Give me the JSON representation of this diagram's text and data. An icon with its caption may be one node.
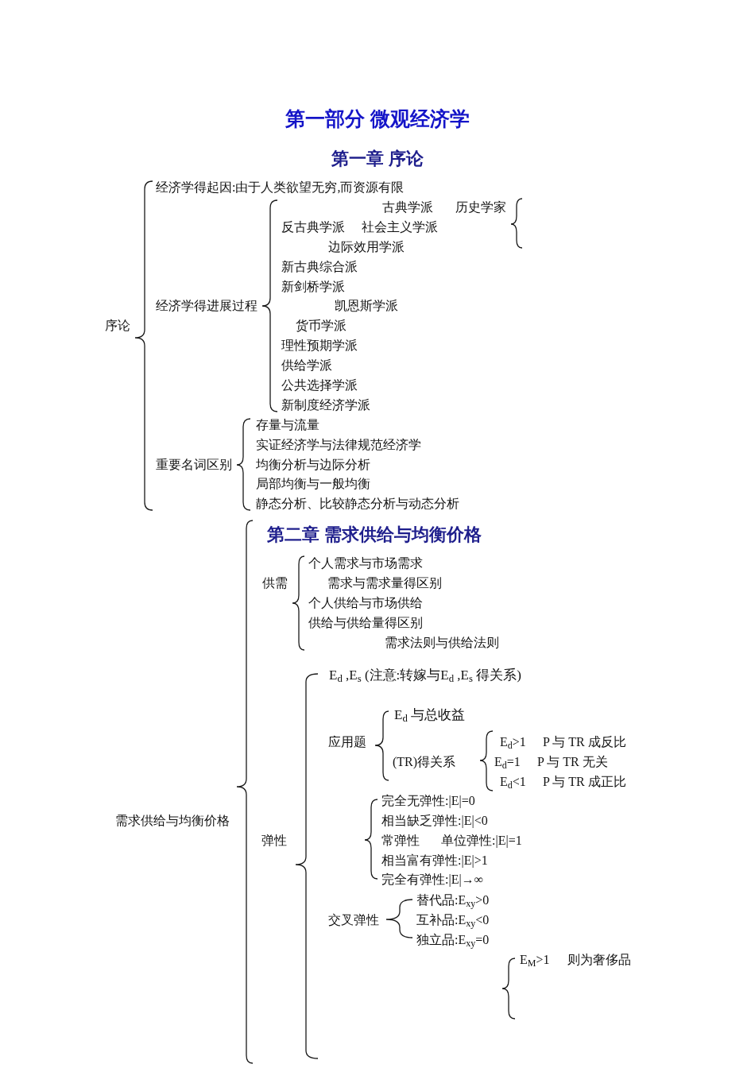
{
  "diagram": {
    "title": "第一部分 微观经济学",
    "labels": [
      "第一章 序论",
      "经济学得起因:由于人类欲望无穷,而资源有限",
      "古典学派",
      "历史学家",
      "反古典学派",
      "社会主义学派",
      "边际效用学派",
      "新古典综合派",
      "新剑桥学派",
      "经济学得进展过程",
      "凯恩斯学派",
      "序论",
      "货币学派",
      "理性预期学派",
      "供给学派",
      "公共选择学派",
      "新制度经济学派",
      "存量与流量",
      "实证经济学与法律规范经济学",
      "重要名词区别",
      "均衡分析与边际分析",
      "局部均衡与一般均衡",
      "静态分析、比较静态分析与动态分析",
      "第二章 需求供给与均衡价格",
      "个人需求与市场需求",
      "供需",
      "需求与需求量得区别",
      "个人供给与市场供给",
      "供给与供给量得区别",
      "需求法则与供给法则",
      "E$_{d}$ ,E$_{s}$ (注意:转嫁与E$_{d}$ ,E$_{s}$ 得关系)",
      "E$_{d}$ 与总收益",
      "应用题",
      "E$_{d}$>1",
      "P 与 TR 成反比",
      "(TR)得关系",
      "E$_{d}$=1",
      "P 与 TR 无关",
      "E$_{d}$<1",
      "P 与 TR 成正比",
      "完全无弹性:|E|=0",
      "需求供给与均衡价格",
      "相当缺乏弹性:|E|<0",
      "弹性",
      "常弹性",
      "单位弹性:|E|=1",
      "相当富有弹性:|E|>1",
      "完全有弹性:|E|→∞",
      "替代品:E$_{xy}$>0",
      "交叉弹性",
      "互补品:E$_{xy}$<0",
      "独立品:E$_{xy}$=0",
      "E$_{M}$>1",
      "则为奢侈品"
    ]
  }
}
